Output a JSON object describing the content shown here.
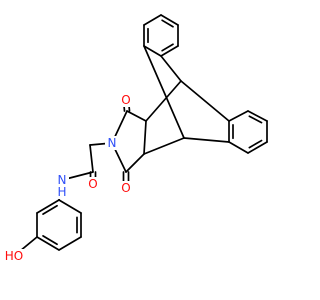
{
  "molecule": {
    "colors": {
      "bond": "#000000",
      "carbon": "#000000",
      "oxygen": "#ff0d0d",
      "nitrogen": "#3050f8",
      "background": "#ffffff"
    },
    "atom_labels": [
      {
        "id": "o-top-carbonyl",
        "text": "O",
        "element": "O"
      },
      {
        "id": "o-bottom-carbonyl",
        "text": "O",
        "element": "O"
      },
      {
        "id": "n-imide",
        "text": "N",
        "element": "N"
      },
      {
        "id": "o-amide",
        "text": "O",
        "element": "O"
      },
      {
        "id": "n-amide",
        "text": "N",
        "element": "N"
      },
      {
        "id": "h-amide",
        "text": "H",
        "element": "N"
      },
      {
        "id": "oh-hydroxyl",
        "text": "HO",
        "element": "O"
      }
    ]
  }
}
